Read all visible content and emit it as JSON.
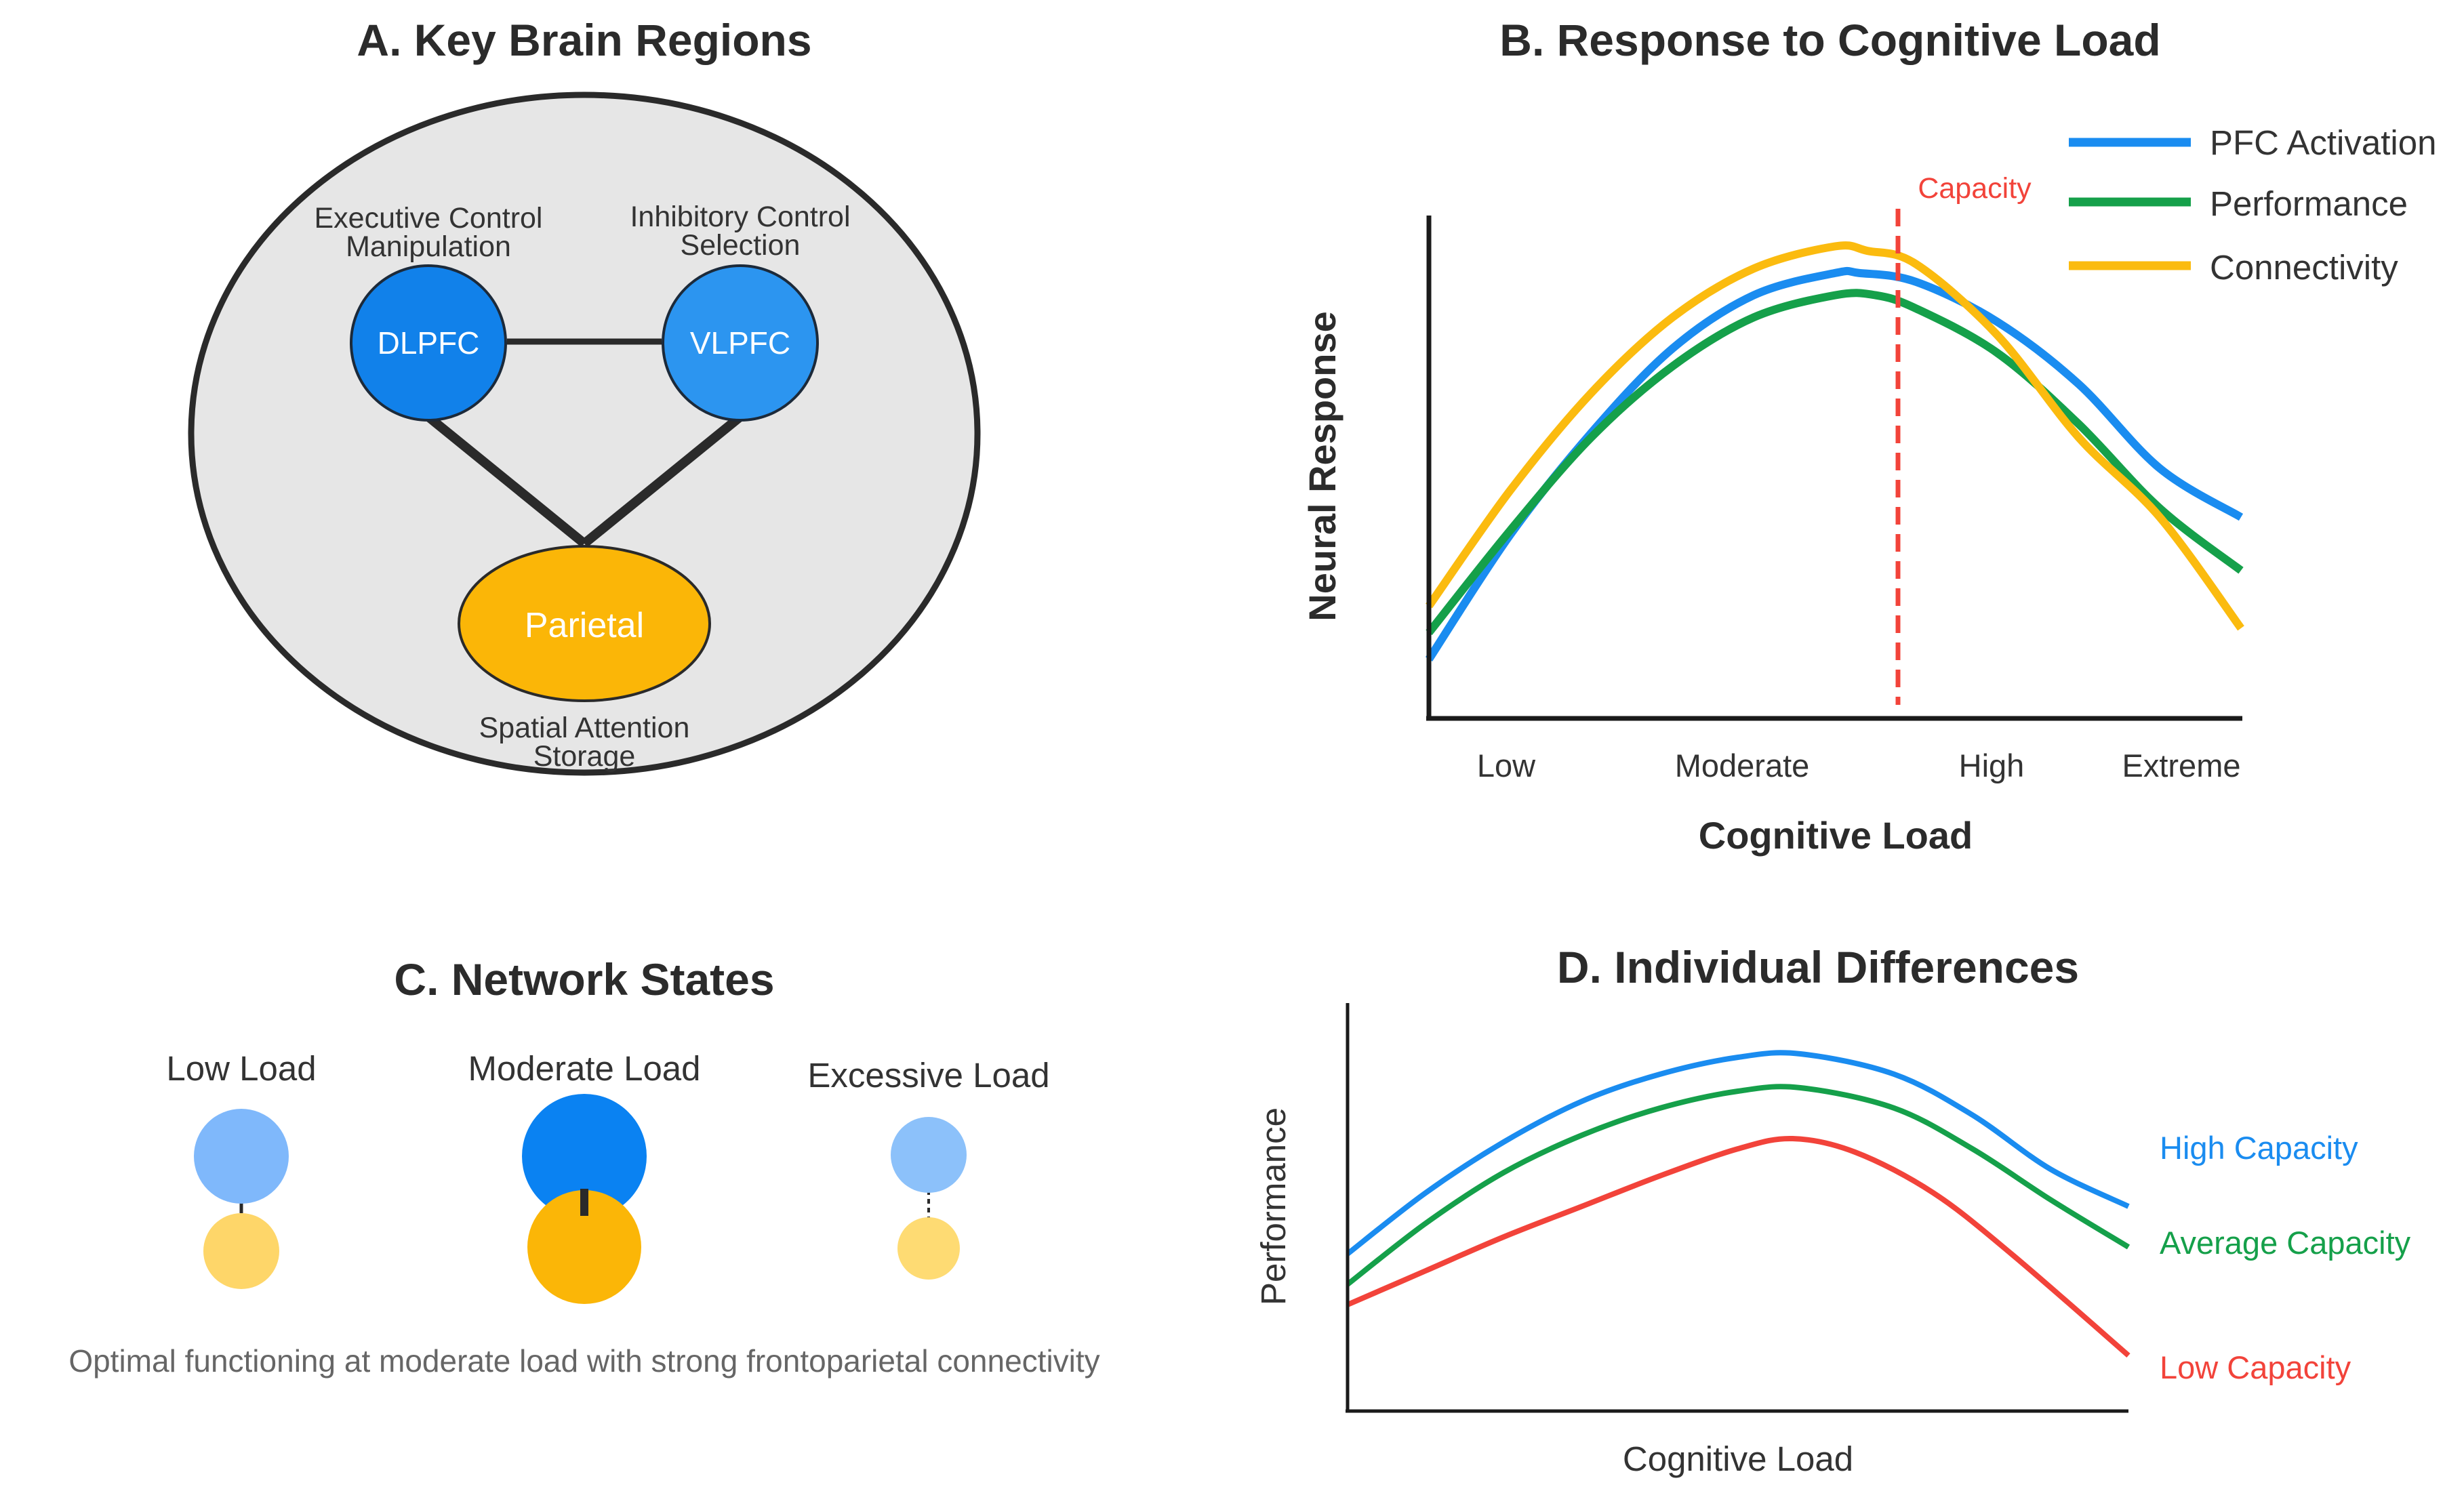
{
  "panel_a": {
    "title": "A. Key Brain Regions",
    "dlpfc": {
      "label": "DLPFC",
      "role_line1": "Executive Control",
      "role_line2": "Manipulation"
    },
    "vlpfc": {
      "label": "VLPFC",
      "role_line1": "Inhibitory Control",
      "role_line2": "Selection"
    },
    "parietal": {
      "label": "Parietal",
      "role_line1": "Spatial Attention",
      "role_line2": "Storage"
    },
    "colors": {
      "brain_fill": "#e6e6e6",
      "dlpfc": "#1181ea",
      "vlpfc": "#2c95f0",
      "parietal": "#fbb607"
    }
  },
  "panel_b": {
    "title": "B. Response to Cognitive Load",
    "capacity_label": "Capacity",
    "capacity_color": "#f2433a",
    "chart_data": {
      "type": "line",
      "title": "B. Response to Cognitive Load",
      "xlabel": "Cognitive Load",
      "ylabel": "Neural Response",
      "categories": [
        "Low",
        "Moderate",
        "High",
        "Extreme"
      ],
      "xlim": [
        0,
        10
      ],
      "ylim": [
        0,
        10
      ],
      "capacity_x": 5.8,
      "grid": false,
      "legend": "top-right",
      "series": [
        {
          "name": "PFC Activation",
          "color": "#1a8cf0",
          "x": [
            0,
            1,
            2,
            3,
            4,
            5,
            5.3,
            6,
            7,
            8,
            9,
            10
          ],
          "y": [
            0.6,
            3.4,
            5.7,
            7.6,
            8.8,
            9.3,
            9.3,
            9.1,
            8.2,
            6.8,
            4.9,
            3.8
          ]
        },
        {
          "name": "Performance",
          "color": "#15a04a",
          "x": [
            0,
            1,
            2,
            3,
            4,
            5,
            5.5,
            6,
            7,
            8,
            9,
            10
          ],
          "y": [
            1.2,
            3.5,
            5.6,
            7.2,
            8.3,
            8.8,
            8.8,
            8.5,
            7.5,
            5.9,
            4.0,
            2.6
          ]
        },
        {
          "name": "Connectivity",
          "color": "#fbbb0f",
          "x": [
            0,
            1,
            2,
            3,
            4,
            5,
            5.4,
            6,
            7,
            8,
            9,
            10
          ],
          "y": [
            1.8,
            4.4,
            6.6,
            8.3,
            9.4,
            9.9,
            9.8,
            9.5,
            7.9,
            5.6,
            3.8,
            1.3
          ]
        }
      ]
    }
  },
  "panel_c": {
    "title": "C. Network States",
    "states": [
      {
        "label": "Low Load"
      },
      {
        "label": "Moderate Load"
      },
      {
        "label": "Excessive Load"
      }
    ],
    "caption": "Optimal functioning at moderate load with strong frontoparietal connectivity"
  },
  "panel_d": {
    "title": "D. Individual Differences",
    "chart_data": {
      "type": "line",
      "title": "D. Individual Differences",
      "xlabel": "Cognitive Load",
      "ylabel": "Performance",
      "xlim": [
        0,
        10
      ],
      "ylim": [
        0,
        10
      ],
      "grid": false,
      "legend": "right",
      "series": [
        {
          "name": "High Capacity",
          "color": "#1a8cf0",
          "x": [
            0,
            1,
            2,
            3,
            4,
            5,
            5.8,
            7,
            8,
            9,
            10
          ],
          "y": [
            3.8,
            5.6,
            7.1,
            8.3,
            9.1,
            9.6,
            9.7,
            9.1,
            7.9,
            6.3,
            5.2
          ]
        },
        {
          "name": "Average Capacity",
          "color": "#15a04a",
          "x": [
            0,
            1,
            2,
            3,
            4,
            5,
            5.8,
            7,
            8,
            9,
            10
          ],
          "y": [
            2.9,
            4.7,
            6.2,
            7.3,
            8.1,
            8.6,
            8.7,
            8.1,
            6.9,
            5.4,
            4.0
          ]
        },
        {
          "name": "Low Capacity",
          "color": "#f2433a",
          "x": [
            0,
            1,
            2,
            3,
            4,
            5,
            5.7,
            6.5,
            7.5,
            8.5,
            10
          ],
          "y": [
            2.3,
            3.3,
            4.3,
            5.2,
            6.1,
            6.9,
            7.2,
            6.8,
            5.6,
            3.8,
            0.8
          ]
        }
      ]
    }
  }
}
